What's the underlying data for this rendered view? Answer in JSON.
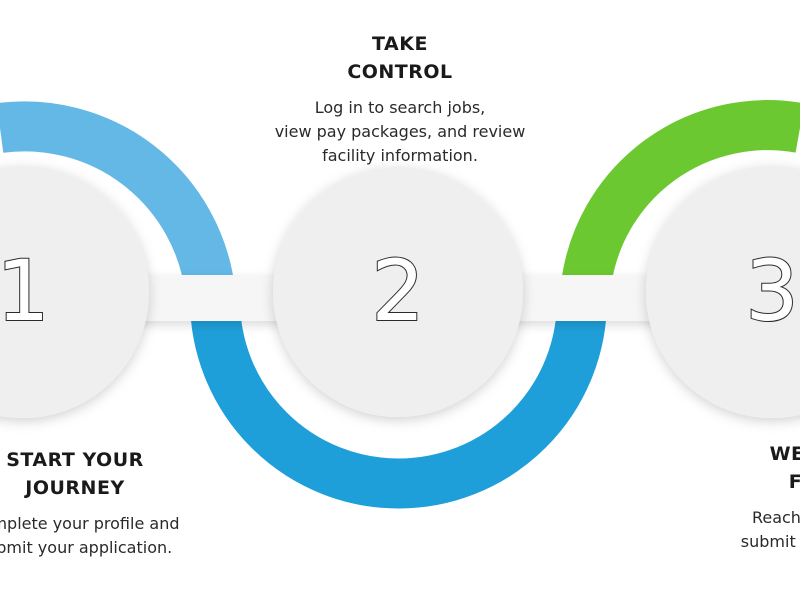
{
  "steps": [
    {
      "number": "1",
      "heading_lines": [
        "START YOUR",
        "JOURNEY"
      ],
      "body_lines": [
        "Complete your profile and",
        "submit your application."
      ]
    },
    {
      "number": "2",
      "heading_lines": [
        "TAKE",
        "CONTROL"
      ],
      "body_lines": [
        "Log in to search jobs,",
        "view pay packages, and review",
        "facility information."
      ]
    },
    {
      "number": "3",
      "heading_lines": [
        "WE’RE HERE",
        "FOR YOU"
      ],
      "body_lines": [
        "Reach out anytime to",
        "submit your application."
      ]
    }
  ],
  "colors": {
    "arc_light_blue": "#64b8e6",
    "arc_blue": "#1f9fd9",
    "arc_green": "#6cc830",
    "circle_fill": "#efefef",
    "bar_fill": "#f6f6f6"
  }
}
